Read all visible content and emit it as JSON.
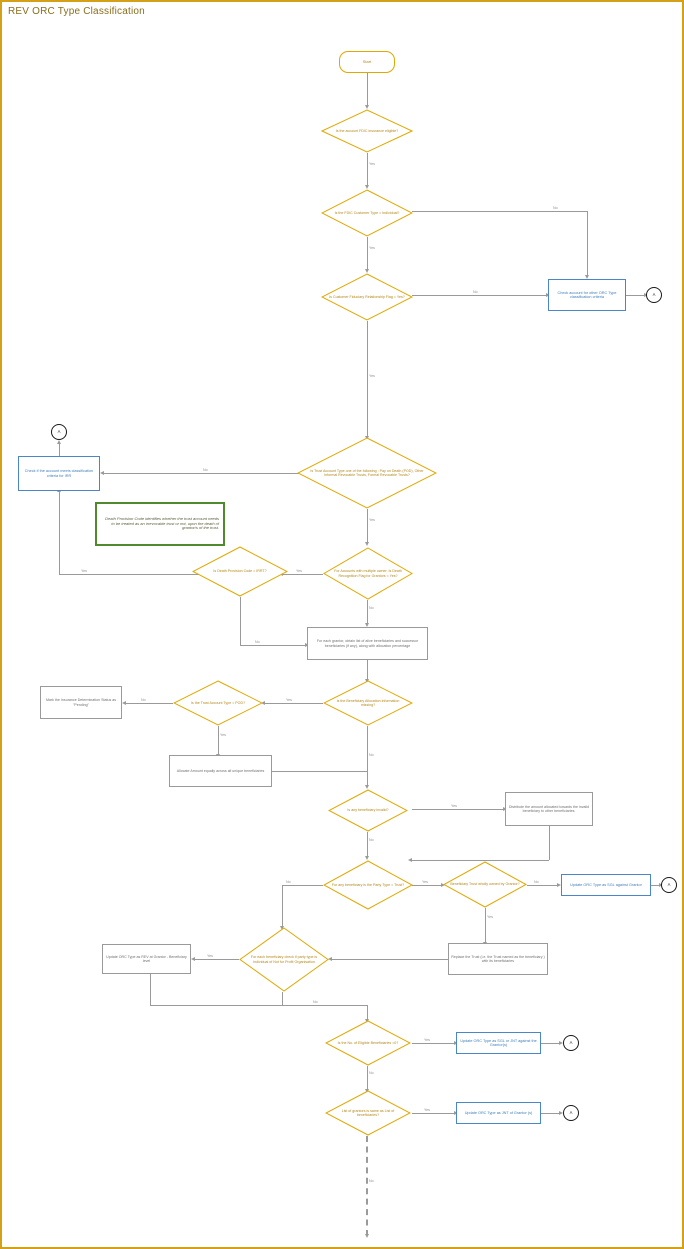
{
  "page": {
    "title": "REV ORC Type Classification",
    "border_color": "#d4a017"
  },
  "palette": {
    "decision_border": "#e0a800",
    "decision_text": "#b4881a",
    "process_border": "#9a9a9a",
    "process_text": "#6f6f6f",
    "blue_border": "#4a86c8",
    "blue_text": "#3d7ebf",
    "note_border": "#4f8a2f",
    "edge": "#9a9a9a",
    "connector": "#1a1a1a"
  },
  "nodes": {
    "start": "Start",
    "d_fdic_eligible": "Is the account FDIC insurance eligible?",
    "d_customer_type": "Is the FDIC Customer Type = Individual?",
    "d_fiduciary_flag": "Is Customer Fiduciary Relationship Flag = Yes?",
    "p_check_other_orc": "Check account for other ORC Type classification criteria",
    "d_trust_account_type": "Is Trust Account Type one of the following : Pay on Death (POD), Other Informal Revocable Trusts, Formal Revocable Trusts?",
    "p_check_irr": "Check if the account meets classification criteria for IRR",
    "note_death_provision": "Death Provision Code identifies whether the trust account needs to be treated as an irrevocable trust or not, upon the death of grantor/s of the trust.",
    "d_death_provision_code": "Is Death Provision Code = IRRT?",
    "d_death_recognition": "For Accounts with multiple owner, Is Death Recognition Flag for Grantors = Yes?",
    "p_obtain_beneficiaries": "For each grantor, obtain list of alive beneficiaries and successor beneficiaries (if any), along with allocation percentage",
    "d_allocation_missing": "Is the Beneficiary Allocation information missing?",
    "d_trust_type_pod": "Is the Trust Account Type = POD?",
    "p_mark_pending": "Mark the Insurance Determination Status as \"Pending\"",
    "p_allocate_equally": "Allocate Amount equally across all unique beneficiaries",
    "d_invalid_beneficiary": "Is any beneficiary invalid?",
    "p_distribute_amount": "Distribute the amount allocated towards the invalid beneficiary to other beneficiaries.",
    "d_party_type_trust": "For any beneficiary is the Party Type = Trust?",
    "d_trust_wholly_owned": "Beneficiary Trust wholly owned by Grantor?",
    "p_update_sgl": "Update ORC Type as SGL against Grantor",
    "p_replace_trust": "Replace the Trust (i.e. the Trust named as the beneficiary ) with its beneficiaries",
    "d_party_individual_npo": "For each beneficiary check if party type is Individual of Not for Profit Organisation",
    "p_update_rev": "Update ORC Type as REV at Grantor - Beneficiary level",
    "d_eligible_zero": "Is the No. of Eligible Beneficiaries =0?",
    "p_update_sgl_jnt": "Update ORC Type as SGL or JNT against the Grantor(s)",
    "d_grantors_equals_beneficiaries": "List of grantors is same as List of beneficiaries?",
    "p_update_jnt": "Update ORC Type as JNT of Grantor (s)",
    "connector_a": "A"
  },
  "edge_labels": {
    "yes": "Yes",
    "no": "No"
  }
}
